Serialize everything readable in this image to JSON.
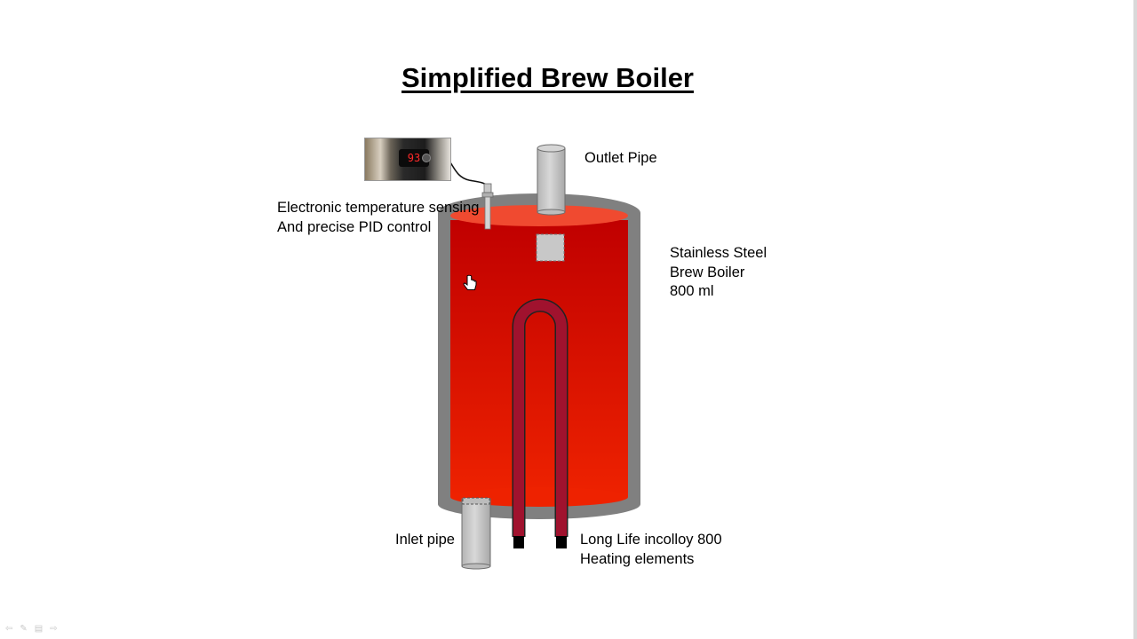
{
  "title": "Simplified Brew Boiler",
  "labels": {
    "outlet": [
      "Outlet Pipe"
    ],
    "sensor": [
      "Electronic temperature sensing",
      "And precise PID control"
    ],
    "boiler": [
      "Stainless Steel",
      "Brew Boiler",
      "800 ml"
    ],
    "inlet": [
      "Inlet pipe"
    ],
    "heating": [
      "Long Life incolloy 800",
      "Heating elements"
    ]
  },
  "pid_display": "93",
  "colors": {
    "shell": "#808080",
    "water_top": "#c00000",
    "water_bottom": "#ee2200",
    "water_surface": "#f04a30",
    "element": "#a0122e",
    "pipe": "#c8c8c8"
  },
  "nav_icons": [
    "back-arrow-icon",
    "pen-icon",
    "menu-icon",
    "forward-arrow-icon"
  ]
}
